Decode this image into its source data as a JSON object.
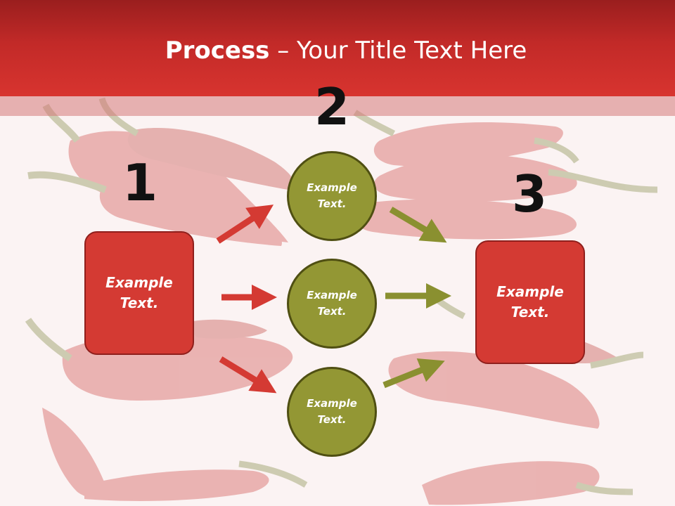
{
  "title": {
    "bold": "Process",
    "rest": " – Your Title Text Here"
  },
  "steps": {
    "one": {
      "number": "1",
      "box_text": "Example\nText."
    },
    "two": {
      "number": "2"
    },
    "three": {
      "number": "3",
      "box_text": "Example\nText."
    }
  },
  "circles": [
    {
      "text": "Example\nText."
    },
    {
      "text": "Example\nText."
    },
    {
      "text": "Example\nText."
    }
  ],
  "colors": {
    "header": "#c22a28",
    "box_fill": "#d43a33",
    "circle_fill": "#939734",
    "red_arrow": "#d43a33",
    "olive_arrow": "#8a9030"
  }
}
